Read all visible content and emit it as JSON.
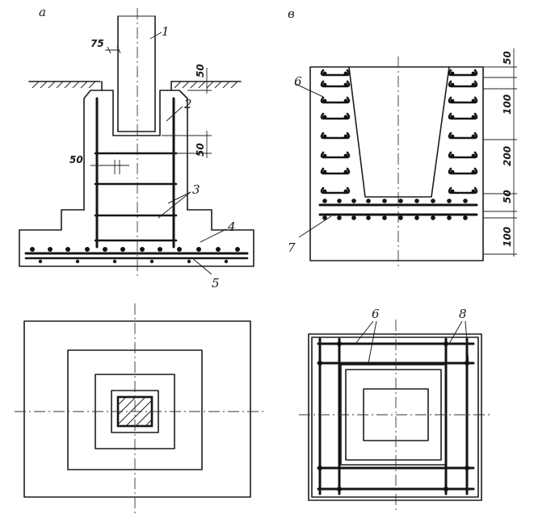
{
  "panels": {
    "top_left_letter": "a",
    "top_right_letter": "в"
  },
  "callouts": {
    "c1": "1",
    "c2": "2",
    "c3": "3",
    "c4": "4",
    "c5": "5",
    "c6": "6",
    "c7": "7",
    "c6b": "6",
    "c8": "8"
  },
  "dimensions": {
    "d75": "75",
    "d50_top": "50",
    "d50_mid": "50",
    "d50_left": "50",
    "r_50a": "50",
    "r_100a": "100",
    "r_200": "200",
    "r_50b": "50",
    "r_100b": "100"
  }
}
